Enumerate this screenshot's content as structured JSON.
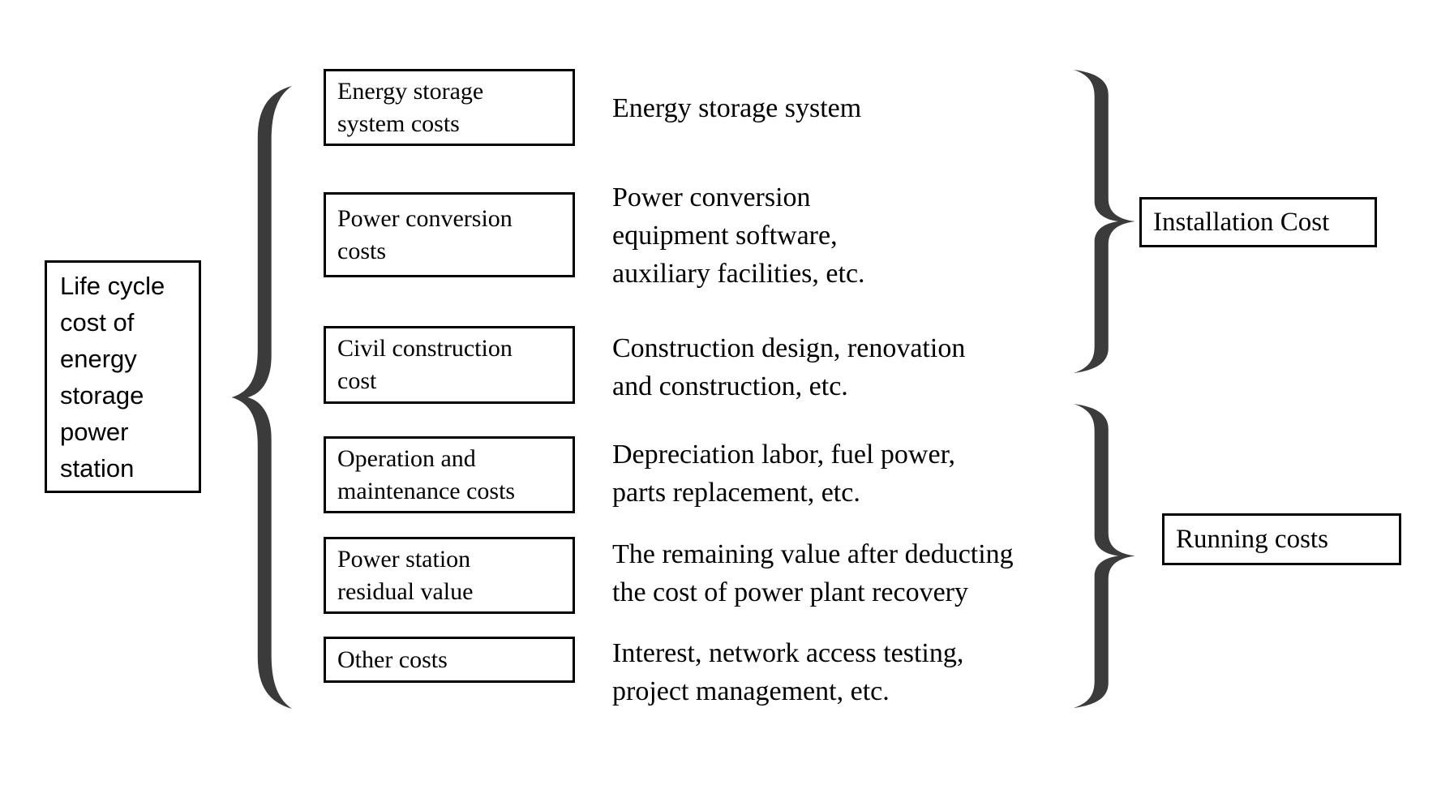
{
  "diagram": {
    "background": "#ffffff",
    "border_color": "#000000",
    "text_color": "#000000",
    "brace_color": "#3b3b3b",
    "root": {
      "label": "Life cycle\ncost of\nenergy\nstorage\npower\nstation"
    },
    "items": [
      {
        "label": "Energy storage\nsystem costs",
        "description": "Energy storage system"
      },
      {
        "label": "Power conversion\ncosts",
        "description": "Power conversion\nequipment software,\nauxiliary facilities, etc."
      },
      {
        "label": "Civil construction\ncost",
        "description": "Construction design, renovation\nand construction, etc."
      },
      {
        "label": "Operation and\nmaintenance costs",
        "description": "Depreciation labor, fuel power,\nparts replacement, etc."
      },
      {
        "label": "Power station\nresidual value",
        "description": "The remaining value after deducting\nthe cost of power plant recovery"
      },
      {
        "label": "Other costs",
        "description": "Interest, network access testing,\nproject management, etc."
      }
    ],
    "groups": [
      {
        "label": "Installation Cost"
      },
      {
        "label": "Running costs"
      }
    ]
  }
}
